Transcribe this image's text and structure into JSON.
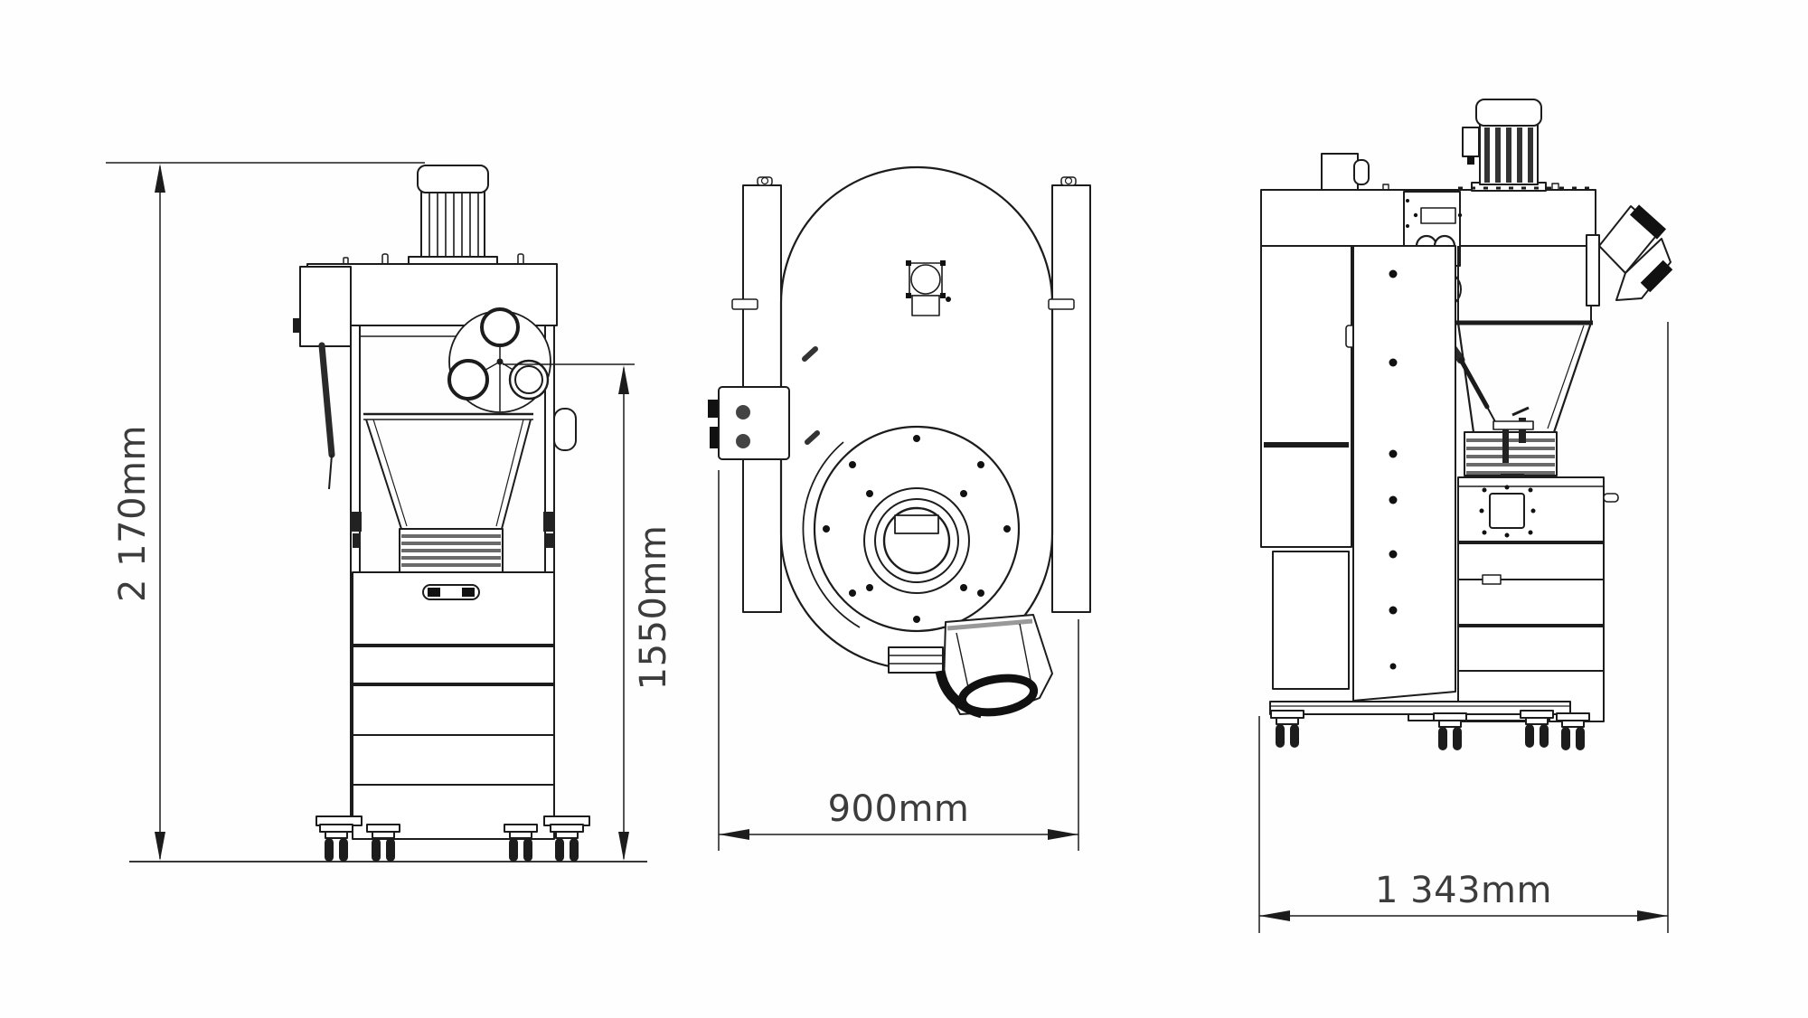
{
  "drawing": {
    "type": "technical-orthographic-drawing",
    "subject": "cyclone dust collector",
    "background_color": "#fefefe",
    "line_color": "#1c1c1c",
    "dimension_text_color": "#3c3c3c",
    "dimensions": {
      "overall_height": "2 170mm",
      "inlet_height": "1550mm",
      "body_width": "900mm",
      "overall_depth": "1 343mm"
    }
  }
}
